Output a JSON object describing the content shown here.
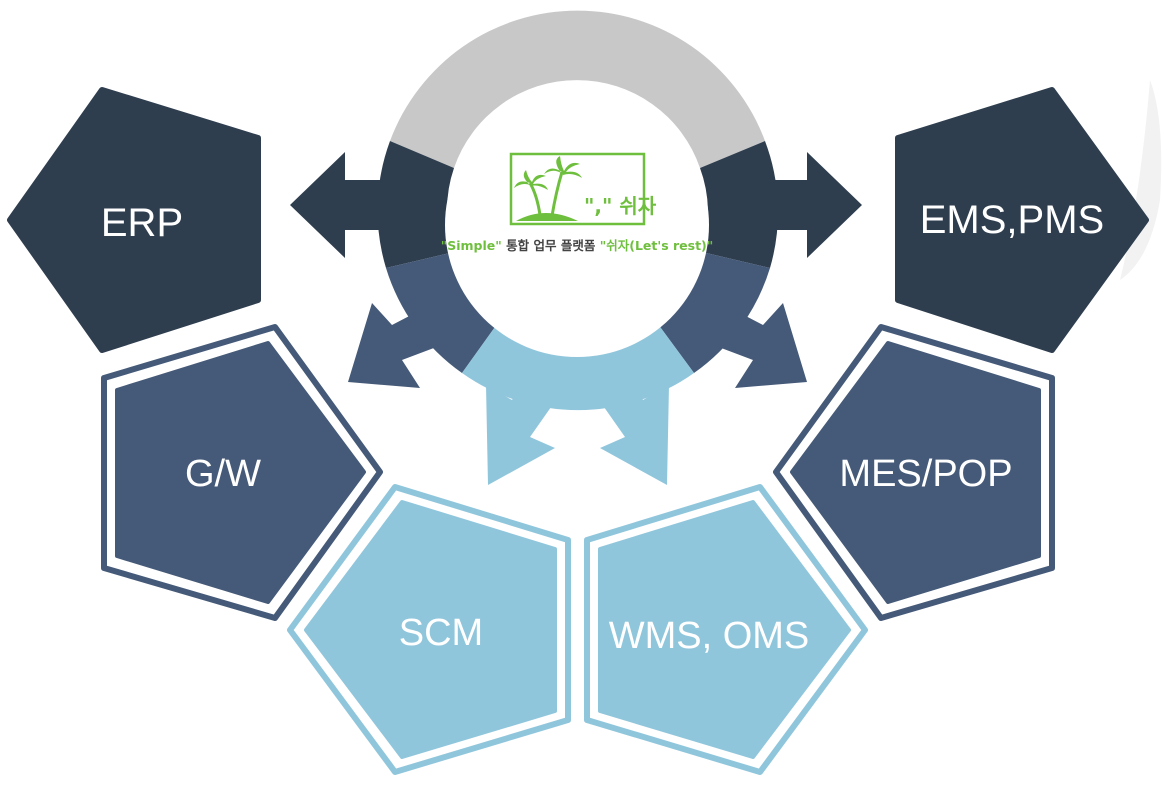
{
  "hub": {
    "logo_text": "\",\" 쉬자",
    "tagline_part1": "\"Simple\"",
    "tagline_part2": " 통합 업무 플랫폼 ",
    "tagline_part3": "\"쉬자(Let's rest)\""
  },
  "modules": [
    {
      "id": "erp",
      "label": "ERP"
    },
    {
      "id": "ems-pms",
      "label": "EMS,PMS"
    },
    {
      "id": "gw",
      "label": "G/W"
    },
    {
      "id": "mes-pop",
      "label": "MES/POP"
    },
    {
      "id": "scm",
      "label": "SCM"
    },
    {
      "id": "wms-oms",
      "label": "WMS, OMS"
    }
  ],
  "colors": {
    "dark": "#2f3e4f",
    "mid": "#455a78",
    "light": "#90c6dc",
    "ring_gray": "#c8c8c8",
    "logo_green": "#6fbf3e"
  }
}
